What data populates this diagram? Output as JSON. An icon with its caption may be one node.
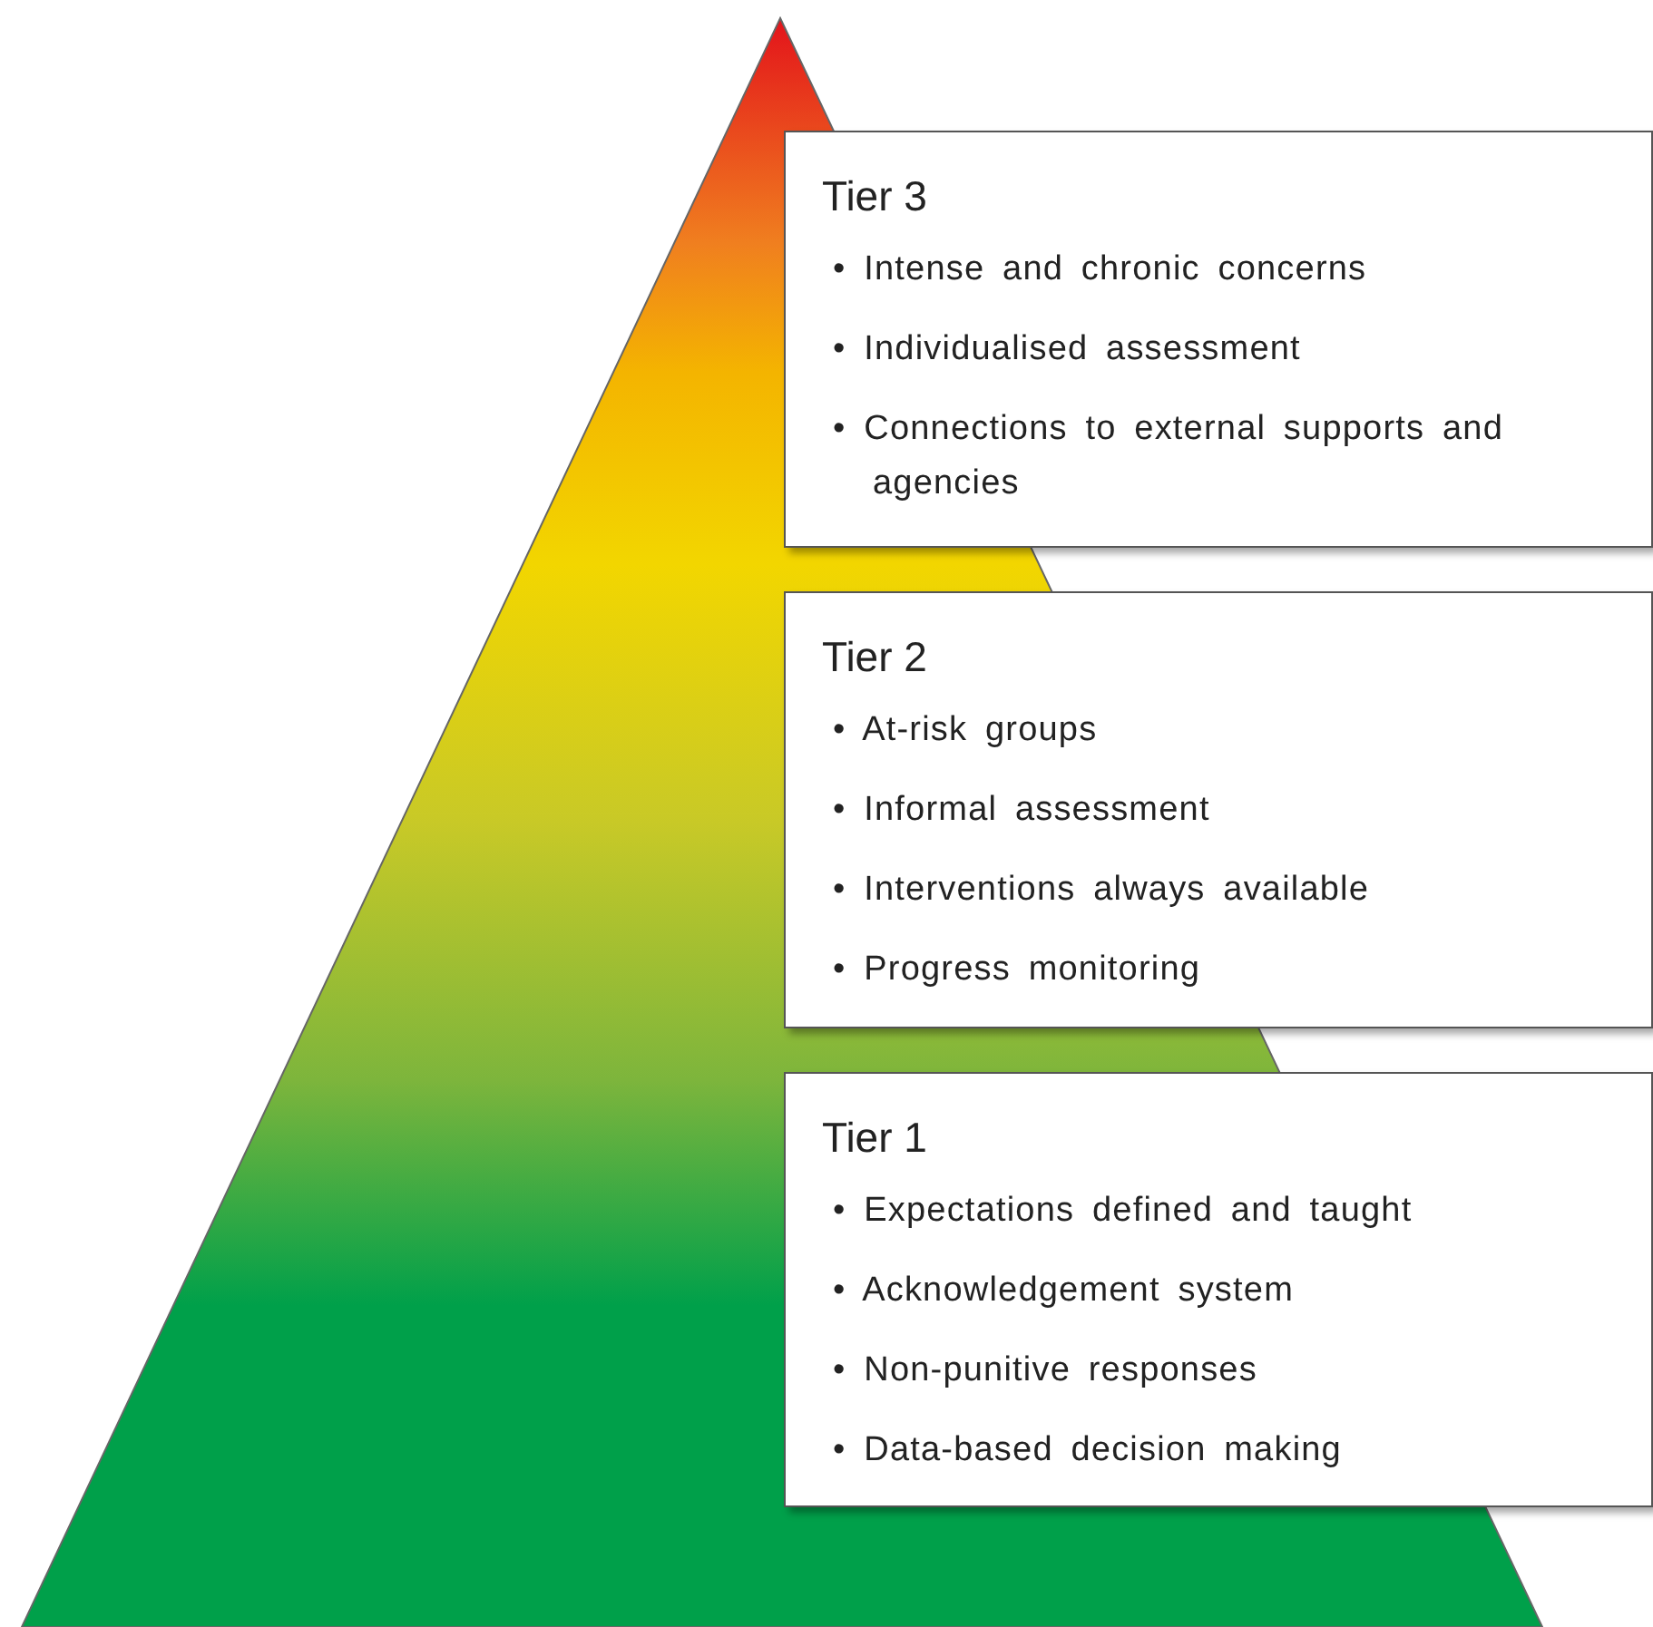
{
  "diagram": {
    "nodes": [
      {
        "text": [
          "Tier 3",
          "• Intense and chronic concerns",
          "• Individualised assessment",
          "• Connections to external supports and agencies"
        ]
      },
      {
        "text": [
          "Tier 2",
          "• At-risk groups",
          "• Informal assessment",
          "• Interventions always available",
          "• Progress monitoring"
        ]
      },
      {
        "text": [
          "Tier 1",
          "• Expectations defined and taught",
          "• Acknowledgement system",
          "• Non-punitive responses",
          "• Data-based decision making"
        ]
      }
    ]
  }
}
